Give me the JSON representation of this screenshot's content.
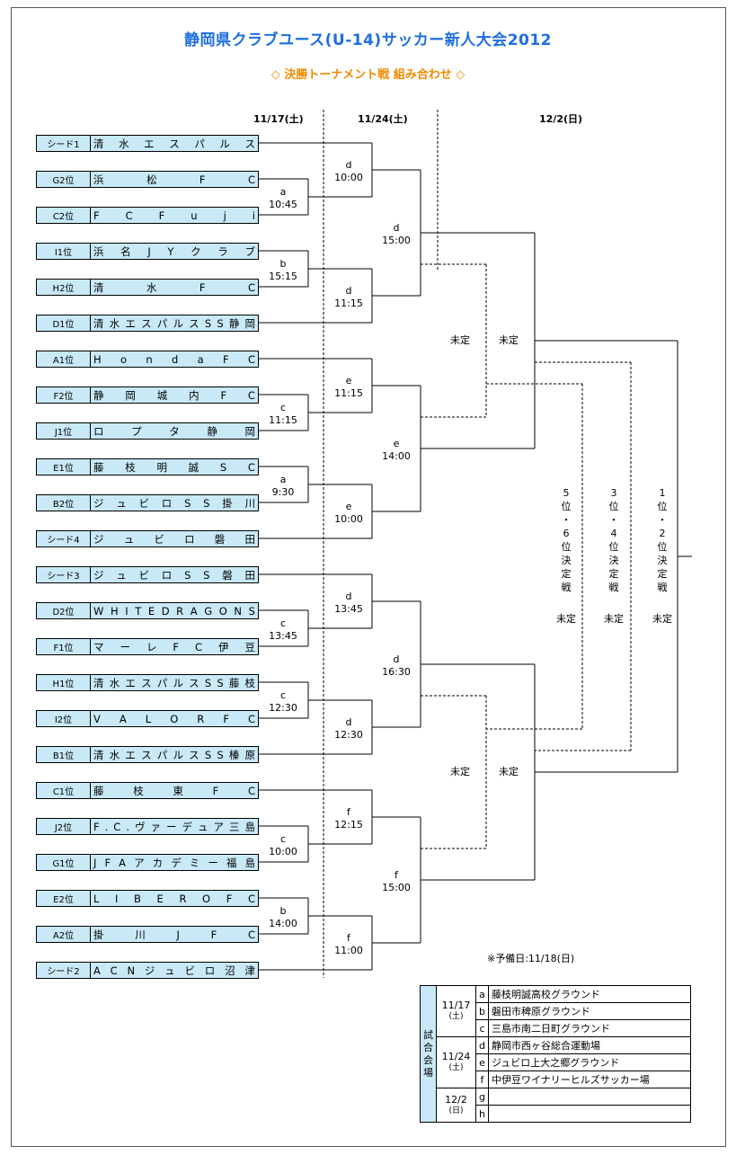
{
  "title": "静岡県クラブユース(U-14)サッカー新人大会2012",
  "subtitle": "◇ 決勝トーナメント戦 組み合わせ ◇",
  "dates": [
    "11/17(土)",
    "11/24(土)",
    "12/2(日)"
  ],
  "teams": [
    {
      "rank": "シード1",
      "name": [
        "清",
        "水",
        "エ",
        "ス",
        "パ",
        "ル",
        "ス"
      ]
    },
    {
      "rank": "G2位",
      "name": [
        "浜",
        "松",
        "F",
        "C"
      ]
    },
    {
      "rank": "C2位",
      "name": [
        "F",
        "C",
        "F",
        "u",
        "j",
        "i"
      ]
    },
    {
      "rank": "I1位",
      "name": [
        "浜",
        "名",
        "J",
        "Y",
        "ク",
        "ラ",
        "ブ"
      ]
    },
    {
      "rank": "H2位",
      "name": [
        "清",
        "水",
        "F",
        "C"
      ]
    },
    {
      "rank": "D1位",
      "name": [
        "清",
        "水",
        "エ",
        "ス",
        "パ",
        "ル",
        "ス",
        "S",
        "S",
        "静",
        "岡"
      ]
    },
    {
      "rank": "A1位",
      "name": [
        "H",
        "o",
        "n",
        "d",
        "a",
        "F",
        "C"
      ]
    },
    {
      "rank": "F2位",
      "name": [
        "静",
        "岡",
        "城",
        "内",
        "F",
        "C"
      ]
    },
    {
      "rank": "J1位",
      "name": [
        "ロ",
        "プ",
        "タ",
        "静",
        "岡"
      ]
    },
    {
      "rank": "E1位",
      "name": [
        "藤",
        "枝",
        "明",
        "誠",
        "S",
        "C"
      ]
    },
    {
      "rank": "B2位",
      "name": [
        "ジ",
        "ュ",
        "ビ",
        "ロ",
        "S",
        "S",
        "掛",
        "川"
      ]
    },
    {
      "rank": "シード4",
      "name": [
        "ジ",
        "ュ",
        "ビ",
        "ロ",
        "磐",
        "田"
      ]
    },
    {
      "rank": "シード3",
      "name": [
        "ジ",
        "ュ",
        "ビ",
        "ロ",
        "S",
        "S",
        "磐",
        "田"
      ]
    },
    {
      "rank": "D2位",
      "name": [
        "W",
        "H",
        "I",
        "T",
        "E",
        "D",
        "R",
        "A",
        "G",
        "O",
        "N",
        "S"
      ]
    },
    {
      "rank": "F1位",
      "name": [
        "マ",
        "ー",
        "レ",
        "F",
        "C",
        "伊",
        "豆"
      ]
    },
    {
      "rank": "H1位",
      "name": [
        "清",
        "水",
        "エ",
        "ス",
        "パ",
        "ル",
        "ス",
        "S",
        "S",
        "藤",
        "枝"
      ]
    },
    {
      "rank": "I2位",
      "name": [
        "V",
        "A",
        "L",
        "O",
        "R",
        "F",
        "C"
      ]
    },
    {
      "rank": "B1位",
      "name": [
        "清",
        "水",
        "エ",
        "ス",
        "パ",
        "ル",
        "ス",
        "S",
        "S",
        "榛",
        "原"
      ]
    },
    {
      "rank": "C1位",
      "name": [
        "藤",
        "枝",
        "東",
        "F",
        "C"
      ]
    },
    {
      "rank": "J2位",
      "name": [
        "F",
        ".",
        "C",
        ".",
        "ヴ",
        "ァ",
        "ー",
        "デ",
        "ュ",
        "ア",
        "三",
        "島"
      ]
    },
    {
      "rank": "G1位",
      "name": [
        "J",
        "F",
        "A",
        "ア",
        "カ",
        "デ",
        "ミ",
        "ー",
        "福",
        "島"
      ]
    },
    {
      "rank": "E2位",
      "name": [
        "L",
        "I",
        "B",
        "E",
        "R",
        "O",
        "F",
        "C"
      ]
    },
    {
      "rank": "A2位",
      "name": [
        "掛",
        "川",
        "J",
        "F",
        "C"
      ]
    },
    {
      "rank": "シード2",
      "name": [
        "A",
        "C",
        "N",
        "ジ",
        "ュ",
        "ビ",
        "ロ",
        "沼",
        "津"
      ]
    }
  ],
  "matches": [
    {
      "code": "a",
      "time": "10:45"
    },
    {
      "code": "b",
      "time": "15:15"
    },
    {
      "code": "c",
      "time": "11:15"
    },
    {
      "code": "a",
      "time": "9:30"
    },
    {
      "code": "c",
      "time": "13:45"
    },
    {
      "code": "c",
      "time": "12:30"
    },
    {
      "code": "c",
      "time": "10:00"
    },
    {
      "code": "b",
      "time": "14:00"
    },
    {
      "code": "d",
      "time": "10:00"
    },
    {
      "code": "d",
      "time": "11:15"
    },
    {
      "code": "e",
      "time": "11:15"
    },
    {
      "code": "e",
      "time": "10:00"
    },
    {
      "code": "d",
      "time": "13:45"
    },
    {
      "code": "d",
      "time": "12:30"
    },
    {
      "code": "f",
      "time": "12:15"
    },
    {
      "code": "f",
      "time": "11:00"
    },
    {
      "code": "d",
      "time": "15:00"
    },
    {
      "code": "e",
      "time": "14:00"
    },
    {
      "code": "d",
      "time": "16:30"
    },
    {
      "code": "f",
      "time": "15:00"
    }
  ],
  "tbd": "未定",
  "placement": [
    {
      "label": [
        "5",
        "位",
        "・",
        "6",
        "位",
        "決",
        "定",
        "戦"
      ]
    },
    {
      "label": [
        "3",
        "位",
        "・",
        "4",
        "位",
        "決",
        "定",
        "戦"
      ]
    },
    {
      "label": [
        "1",
        "位",
        "・",
        "2",
        "位",
        "決",
        "定",
        "戦"
      ]
    }
  ],
  "note": "※予備日:11/18(日)",
  "venues": {
    "header": [
      "試",
      "合",
      "会",
      "場"
    ],
    "groups": [
      {
        "date": "11/17",
        "day": "(土)",
        "rows": [
          {
            "code": "a",
            "name": "藤枝明誠高校グラウンド"
          },
          {
            "code": "b",
            "name": "磐田市稗原グラウンド"
          },
          {
            "code": "c",
            "name": "三島市南二日町グラウンド"
          }
        ]
      },
      {
        "date": "11/24",
        "day": "(土)",
        "rows": [
          {
            "code": "d",
            "name": "静岡市西ヶ谷総合運動場"
          },
          {
            "code": "e",
            "name": "ジュビロ上大之郷グラウンド"
          },
          {
            "code": "f",
            "name": "中伊豆ワイナリーヒルズサッカー場"
          }
        ]
      },
      {
        "date": "12/2",
        "day": "(日)",
        "rows": [
          {
            "code": "g",
            "name": ""
          },
          {
            "code": "h",
            "name": ""
          }
        ]
      }
    ]
  }
}
